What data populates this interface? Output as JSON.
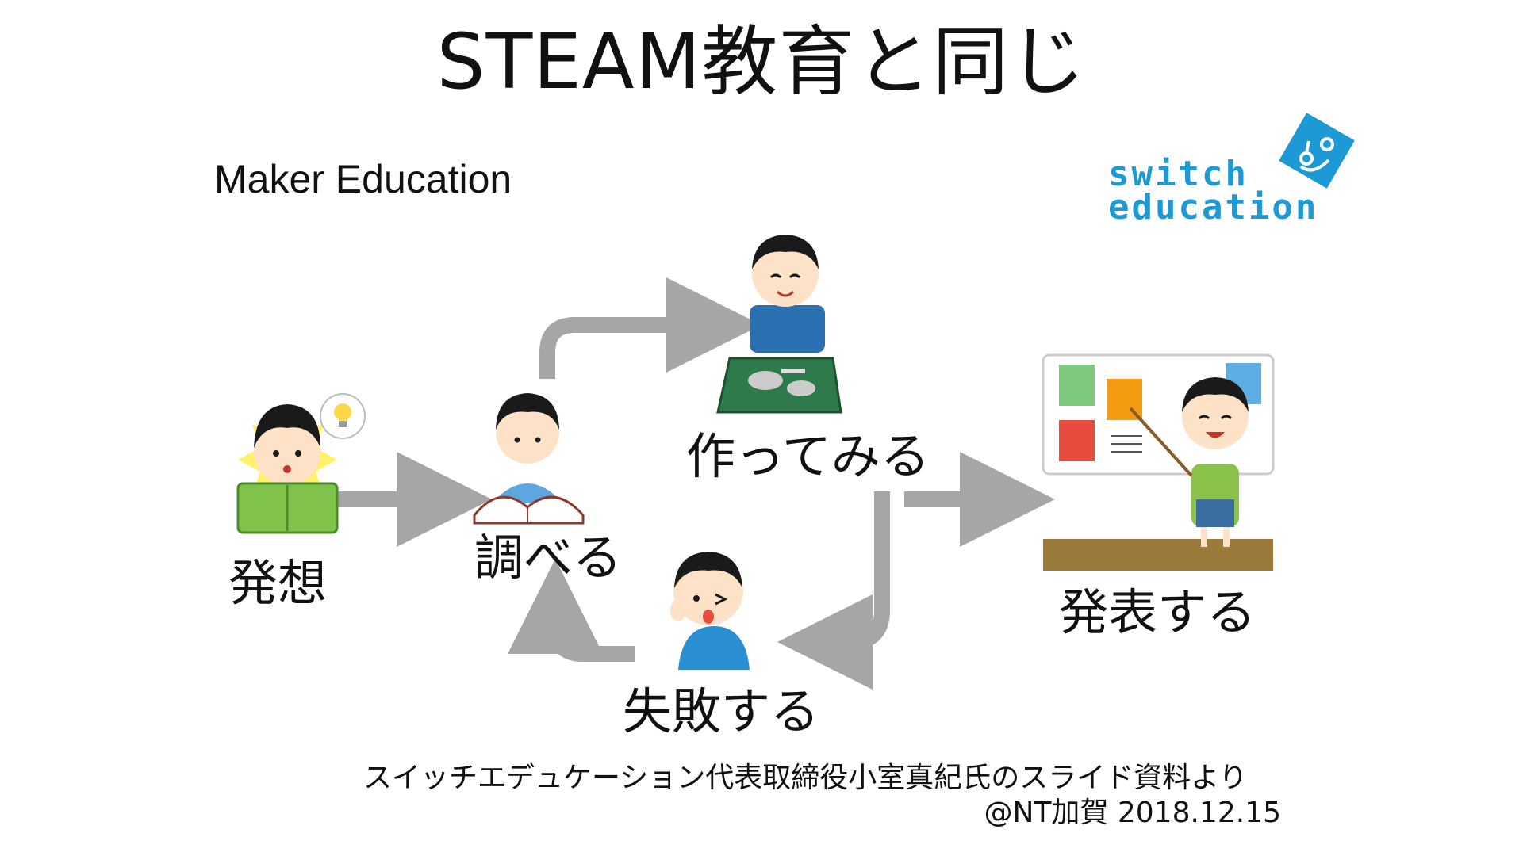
{
  "slide": {
    "title": "STEAM教育と同じ",
    "subtitle": "Maker Education"
  },
  "logo": {
    "line1": "switch",
    "line2": "education",
    "color": "#1d9ad6"
  },
  "stages": {
    "idea": "発想",
    "research": "調べる",
    "make": "作ってみる",
    "fail": "失敗する",
    "present": "発表する"
  },
  "footer": {
    "source": "スイッチエデュケーション代表取締役小室真紀氏のスライド資料より",
    "credit": "@NT加賀 2018.12.15"
  },
  "colors": {
    "arrow": "#a6a6a6",
    "accent_blue": "#1d9ad6"
  }
}
